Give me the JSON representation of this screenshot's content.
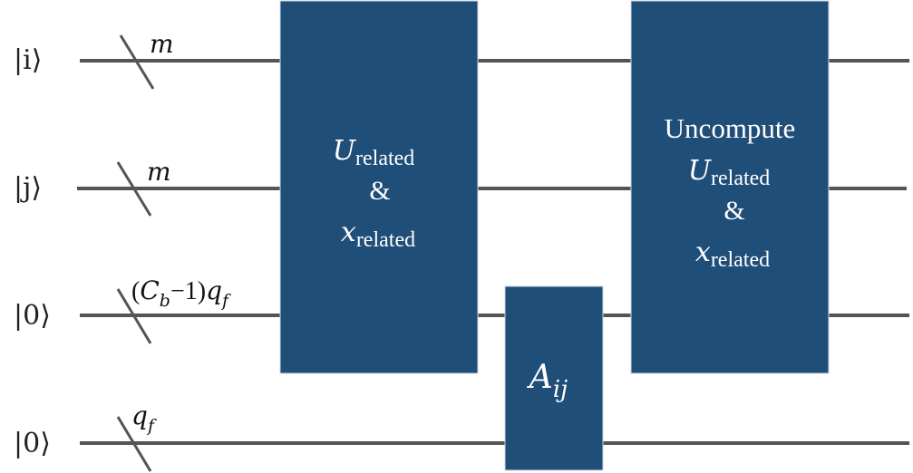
{
  "colors": {
    "wire": "#545454",
    "gate_fill": "#1f4e79",
    "gate_text": "#ffffff",
    "label_text": "#111111"
  },
  "wires": [
    {
      "state": "|i⟩",
      "width_symbol": "m"
    },
    {
      "state": "|j⟩",
      "width_symbol": "m"
    },
    {
      "state": "|0⟩",
      "width_label": {
        "open": "(",
        "C": "C",
        "C_sub": "b",
        "rest": "−1)",
        "q": "q",
        "q_sub": "f"
      }
    },
    {
      "state": "|0⟩",
      "width_label": {
        "q": "q",
        "q_sub": "f"
      }
    }
  ],
  "gates": {
    "compute": {
      "U": "U",
      "U_sub": "related",
      "amp": "&",
      "x": "x",
      "x_sub": "related"
    },
    "oracle": {
      "A": "A",
      "A_sub": "ij"
    },
    "uncompute": {
      "title": "Uncompute",
      "U": "U",
      "U_sub": "related",
      "amp": "&",
      "x": "x",
      "x_sub": "related"
    }
  }
}
